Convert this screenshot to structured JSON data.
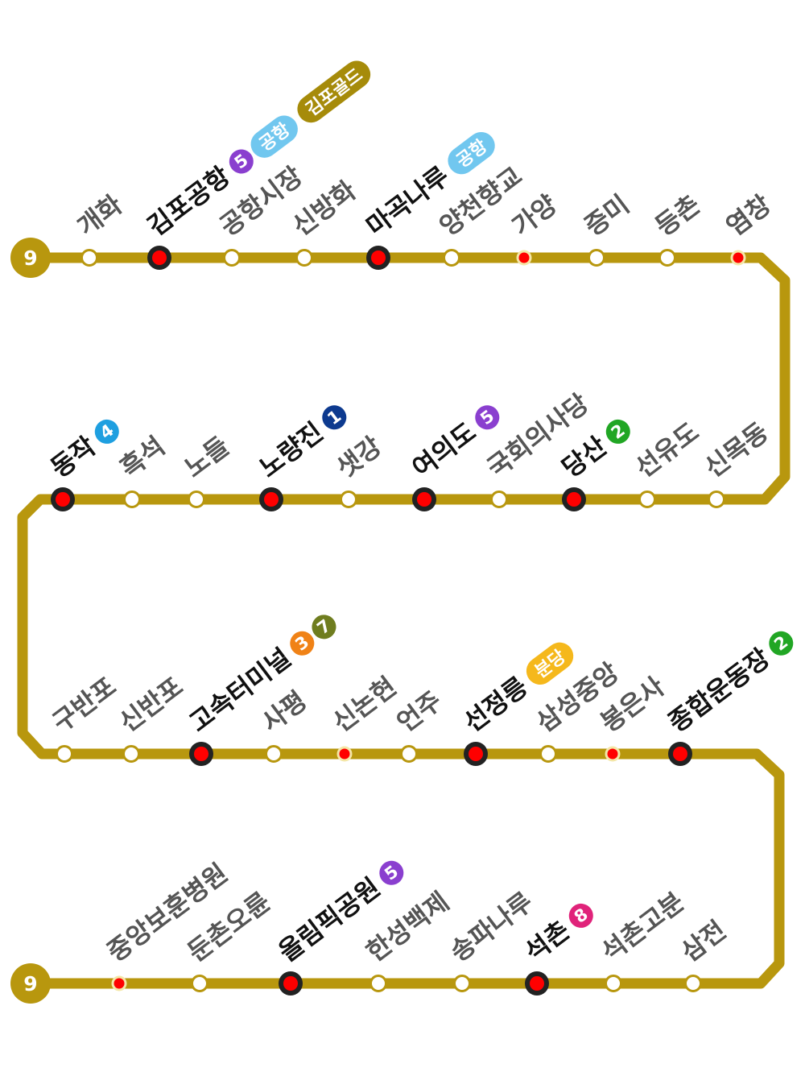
{
  "line": {
    "number": "9",
    "color": "#b8970e",
    "transfer_marker_color": "#ff0000",
    "express_marker_color": "#ff0000"
  },
  "rows": [
    {
      "stations": [
        {
          "name": "개화",
          "type": "normal"
        },
        {
          "name": "김포공항",
          "type": "transfer",
          "badges": [
            {
              "text": "5",
              "color": "#8a3fcf",
              "kind": "circle"
            },
            {
              "text": "공항",
              "color": "#71c7ef",
              "kind": "pill"
            },
            {
              "text": "김포골드",
              "color": "#a68b0a",
              "kind": "pill"
            }
          ]
        },
        {
          "name": "공항시장",
          "type": "normal"
        },
        {
          "name": "신방화",
          "type": "normal"
        },
        {
          "name": "마곡나루",
          "type": "transfer",
          "badges": [
            {
              "text": "공항",
              "color": "#71c7ef",
              "kind": "pill"
            }
          ]
        },
        {
          "name": "양천향교",
          "type": "normal"
        },
        {
          "name": "가양",
          "type": "express"
        },
        {
          "name": "증미",
          "type": "normal"
        },
        {
          "name": "등촌",
          "type": "normal"
        },
        {
          "name": "염창",
          "type": "express"
        }
      ]
    },
    {
      "stations": [
        {
          "name": "신목동",
          "type": "normal"
        },
        {
          "name": "선유도",
          "type": "normal"
        },
        {
          "name": "당산",
          "type": "transfer",
          "badges": [
            {
              "text": "2",
              "color": "#21a624",
              "kind": "circle"
            }
          ]
        },
        {
          "name": "국회의사당",
          "type": "normal"
        },
        {
          "name": "여의도",
          "type": "transfer",
          "badges": [
            {
              "text": "5",
              "color": "#8a3fcf",
              "kind": "circle"
            }
          ]
        },
        {
          "name": "샛강",
          "type": "normal"
        },
        {
          "name": "노량진",
          "type": "transfer",
          "badges": [
            {
              "text": "1",
              "color": "#0d3a8f",
              "kind": "circle"
            }
          ]
        },
        {
          "name": "노들",
          "type": "normal"
        },
        {
          "name": "흑석",
          "type": "normal"
        },
        {
          "name": "동작",
          "type": "transfer",
          "badges": [
            {
              "text": "4",
              "color": "#1e9fe0",
              "kind": "circle"
            }
          ]
        }
      ]
    },
    {
      "stations": [
        {
          "name": "구반포",
          "type": "normal"
        },
        {
          "name": "신반포",
          "type": "normal"
        },
        {
          "name": "고속터미널",
          "type": "transfer",
          "badges": [
            {
              "text": "3",
              "color": "#f08216",
              "kind": "circle"
            },
            {
              "text": "7",
              "color": "#6f7d1f",
              "kind": "circle"
            }
          ]
        },
        {
          "name": "사평",
          "type": "normal"
        },
        {
          "name": "신논현",
          "type": "express"
        },
        {
          "name": "언주",
          "type": "normal"
        },
        {
          "name": "선정릉",
          "type": "transfer",
          "badges": [
            {
              "text": "분당",
              "color": "#f5b81c",
              "kind": "pill"
            }
          ]
        },
        {
          "name": "삼성중앙",
          "type": "normal"
        },
        {
          "name": "봉은사",
          "type": "express"
        },
        {
          "name": "종합운동장",
          "type": "transfer",
          "badges": [
            {
              "text": "2",
              "color": "#21a624",
              "kind": "circle"
            }
          ]
        }
      ]
    },
    {
      "stations": [
        {
          "name": "삼전",
          "type": "normal"
        },
        {
          "name": "석촌고분",
          "type": "normal"
        },
        {
          "name": "석촌",
          "type": "transfer",
          "badges": [
            {
              "text": "8",
              "color": "#e0237a",
              "kind": "circle"
            }
          ]
        },
        {
          "name": "송파나루",
          "type": "normal"
        },
        {
          "name": "한성백제",
          "type": "normal"
        },
        {
          "name": "올림픽공원",
          "type": "transfer",
          "badges": [
            {
              "text": "5",
              "color": "#8a3fcf",
              "kind": "circle"
            }
          ]
        },
        {
          "name": "둔촌오륜",
          "type": "normal"
        },
        {
          "name": "중앙보훈병원",
          "type": "express"
        }
      ]
    }
  ]
}
